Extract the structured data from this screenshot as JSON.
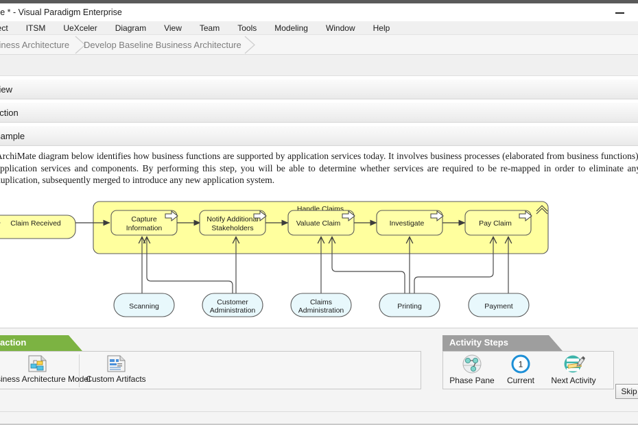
{
  "window": {
    "title": "ce * - Visual Paradigm Enterprise",
    "minimize_icon": "minimize-icon"
  },
  "menubar": {
    "items": [
      {
        "label": "ject"
      },
      {
        "label": "ITSM"
      },
      {
        "label": "UeXceler"
      },
      {
        "label": "Diagram"
      },
      {
        "label": "View"
      },
      {
        "label": "Team"
      },
      {
        "label": "Tools"
      },
      {
        "label": "Modeling"
      },
      {
        "label": "Window"
      },
      {
        "label": "Help"
      }
    ]
  },
  "breadcrumb": {
    "items": [
      {
        "label": "siness Architecture"
      },
      {
        "label": "Develop Baseline Business Architecture"
      }
    ]
  },
  "sections": [
    {
      "label": "view"
    },
    {
      "label": "uction"
    },
    {
      "label": "Sample"
    }
  ],
  "content": {
    "paragraph": "ArchiMate diagram below identifies how business functions are supported by application services today. It involves business processes (elaborated from business functions), application services and components. By performing this step, you will be able to determine whether services are required to be re-mapped in order to eliminate any duplication, subsequently merged to introduce any new application system."
  },
  "diagram": {
    "group_label": "Handle Claims",
    "event": {
      "label": "Claim Received"
    },
    "processes": [
      {
        "label_line1": "Capture",
        "label_line2": "Information"
      },
      {
        "label_line1": "Notify Additional",
        "label_line2": "Stakeholders"
      },
      {
        "label_line1": "Valuate Claim",
        "label_line2": ""
      },
      {
        "label_line1": "Investigate",
        "label_line2": ""
      },
      {
        "label_line1": "Pay Claim",
        "label_line2": ""
      }
    ],
    "services": [
      {
        "label_line1": "Scanning",
        "label_line2": ""
      },
      {
        "label_line1": "Customer",
        "label_line2": "Administration"
      },
      {
        "label_line1": "Claims",
        "label_line2": "Administration"
      },
      {
        "label_line1": "Printing",
        "label_line2": ""
      },
      {
        "label_line1": "Payment",
        "label_line2": ""
      }
    ],
    "colors": {
      "process_fill": "#ffffa8",
      "process_stroke": "#545454",
      "group_fill": "#ffff9e",
      "service_fill": "#e8f8fc",
      "service_stroke": "#545454",
      "connector": "#4a4a4a"
    }
  },
  "action_panel": {
    "tab_label": "action",
    "tab_color": "#7cb342",
    "items": [
      {
        "label": "siness Architecture Model",
        "icon": "business-architecture-model-icon"
      },
      {
        "label": "Custom Artifacts",
        "icon": "custom-artifacts-icon"
      }
    ]
  },
  "activity_panel": {
    "tab_label": "Activity Steps",
    "tab_color": "#9e9e9e",
    "items": [
      {
        "label": "Phase Pane",
        "icon": "phase-pane-icon"
      },
      {
        "label": "Current",
        "icon": "current-step-icon",
        "badge": "1"
      },
      {
        "label": "Next Activity",
        "icon": "next-activity-icon"
      }
    ],
    "skip_label": "Skip"
  }
}
